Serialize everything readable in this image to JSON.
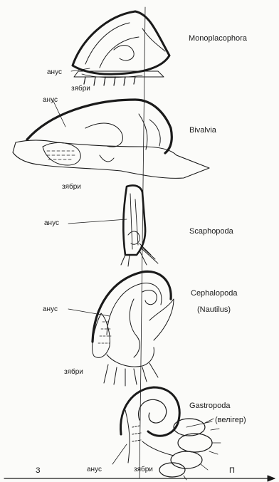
{
  "classes": {
    "monoplacophora": "Monoplacophora",
    "bivalvia": "Bivalvia",
    "scaphopoda": "Scaphopoda",
    "cephalopoda": "Cephalopoda",
    "nautilus": "(Nautilus)",
    "gastropoda": "Gastropoda",
    "veliger": "(велігер)"
  },
  "annotations": {
    "anus": "анус",
    "gills": "зябри"
  },
  "axis": {
    "left": "З",
    "right": "П"
  },
  "colors": {
    "ink": "#1a1a1a",
    "paper": "#fbfbf9"
  }
}
